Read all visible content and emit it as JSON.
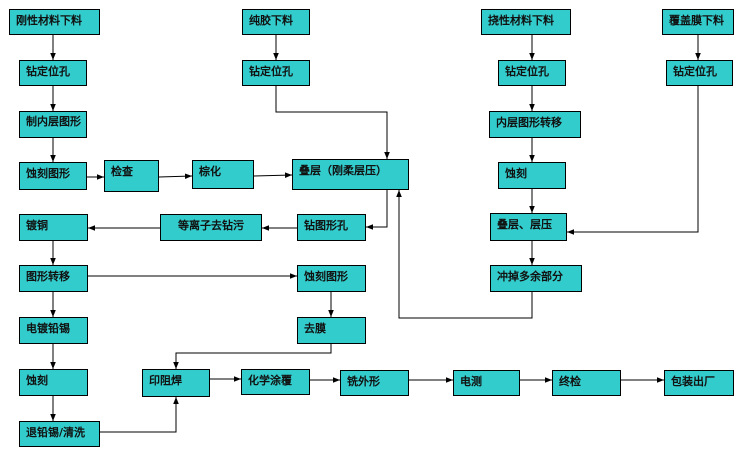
{
  "colors": {
    "node_fill": "#33CCCC",
    "stroke": "#000000"
  },
  "nodes": {
    "rigid_cut": "刚性材料下料",
    "rigid_drill": "钻定位孔",
    "inner_pattern": "制内层图形",
    "rigid_etch": "蚀刻图形",
    "inspect": "检查",
    "brown": "棕化",
    "laminate": "叠层（刚柔层压）",
    "glue_cut": "纯胶下料",
    "glue_drill": "钻定位孔",
    "flex_cut": "挠性材料下料",
    "flex_drill": "钻定位孔",
    "flex_inner": "内层图形转移",
    "flex_etch": "蚀刻",
    "flex_laminate": "叠层、层压",
    "flex_punch": "冲掉多余部分",
    "cover_cut": "覆盖膜下料",
    "cover_drill": "钻定位孔",
    "drill_holes": "钻图形孔",
    "plasma": "等离子去钻污",
    "copper": "镀铜",
    "pattern_transfer": "图形转移",
    "etch_pattern2": "蚀刻图形",
    "plate_tin": "电镀铅锡",
    "strip": "去膜",
    "etch2": "蚀刻",
    "remove_tin": "退铅锡/清洗",
    "solder_mask": "印阻焊",
    "chem_coat": "化学涂覆",
    "mill": "铣外形",
    "e_test": "电测",
    "final_check": "终检",
    "pack": "包装出厂"
  }
}
